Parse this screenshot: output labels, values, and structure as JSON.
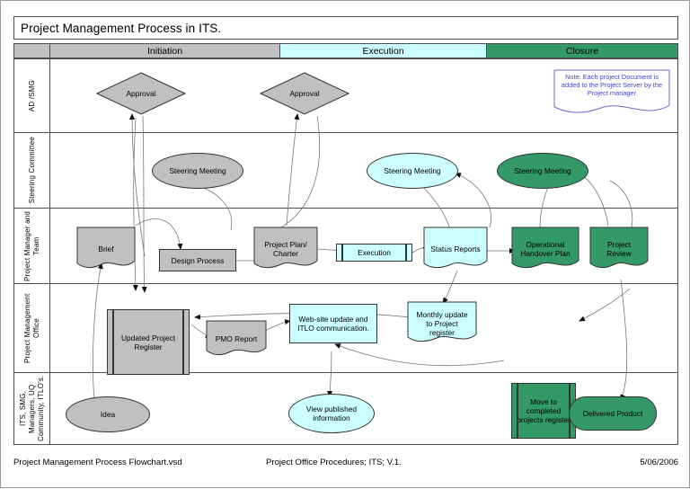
{
  "page": {
    "title": "Project Management Process in ITS.",
    "colors": {
      "gray": "#c0c0c0",
      "cyan": "#ccffff",
      "green": "#339966",
      "note_text": "#4444cc",
      "line": "#333333"
    }
  },
  "phases": [
    {
      "label": "",
      "fill": "gray"
    },
    {
      "label": "Initiation",
      "fill": "gray"
    },
    {
      "label": "Execution",
      "fill": "cyan"
    },
    {
      "label": "Closure",
      "fill": "green"
    }
  ],
  "lanes": [
    {
      "label": "AD /SMG"
    },
    {
      "label": "Steering Committee"
    },
    {
      "label": "Project Manager and Team"
    },
    {
      "label": "Project Management Office"
    },
    {
      "label": "ITS,  SMG, Managers, UQ Community, ITLO's."
    }
  ],
  "nodes": {
    "approval_1": {
      "label": "Approval",
      "shape": "diamond",
      "fill": "gray"
    },
    "approval_2": {
      "label": "Approval",
      "shape": "diamond",
      "fill": "gray"
    },
    "note": {
      "label": "Note: Each project Document is added to the Project Server by the Project manager",
      "shape": "note",
      "fill": "white"
    },
    "steering_meeting_1": {
      "label": "Steering Meeting",
      "shape": "ellipse",
      "fill": "gray"
    },
    "steering_meeting_2": {
      "label": "Steering Meeting",
      "shape": "ellipse",
      "fill": "cyan"
    },
    "steering_meeting_3": {
      "label": "Steering Meeting",
      "shape": "ellipse",
      "fill": "green"
    },
    "brief": {
      "label": "Brief",
      "shape": "document",
      "fill": "gray"
    },
    "design_process": {
      "label": "Design Process",
      "shape": "rect",
      "fill": "gray"
    },
    "project_plan": {
      "label": "Project Plan/ Charter",
      "shape": "document",
      "fill": "gray"
    },
    "execution": {
      "label": "Execution",
      "shape": "predefined",
      "fill": "cyan"
    },
    "status_reports": {
      "label": "Status Reports",
      "shape": "document",
      "fill": "cyan"
    },
    "handover_plan": {
      "label": "Operational Handover Plan",
      "shape": "document",
      "fill": "green"
    },
    "project_review": {
      "label": "Project Review",
      "shape": "document",
      "fill": "green"
    },
    "updated_register": {
      "label": "Updated Project Register",
      "shape": "predefined",
      "fill": "gray"
    },
    "pmo_report": {
      "label": "PMO Report",
      "shape": "document",
      "fill": "gray"
    },
    "website_update": {
      "label": "Web-site update and ITLO communication.",
      "shape": "rect",
      "fill": "cyan"
    },
    "monthly_update": {
      "label": "Monthly update to Project register",
      "shape": "document",
      "fill": "cyan"
    },
    "move_completed": {
      "label": "Move to completed projects register",
      "shape": "predefined",
      "fill": "green"
    },
    "idea": {
      "label": "Idea",
      "shape": "ellipse",
      "fill": "gray"
    },
    "view_published": {
      "label": "View published information",
      "shape": "ellipse",
      "fill": "cyan"
    },
    "delivered_product": {
      "label": "Delivered Product",
      "shape": "stadium",
      "fill": "green"
    }
  },
  "footer": {
    "file": "Project Management Process Flowchart.vsd",
    "reference": "Project Office Procedures; ITS; V.1.",
    "date": "5/06/2006"
  }
}
